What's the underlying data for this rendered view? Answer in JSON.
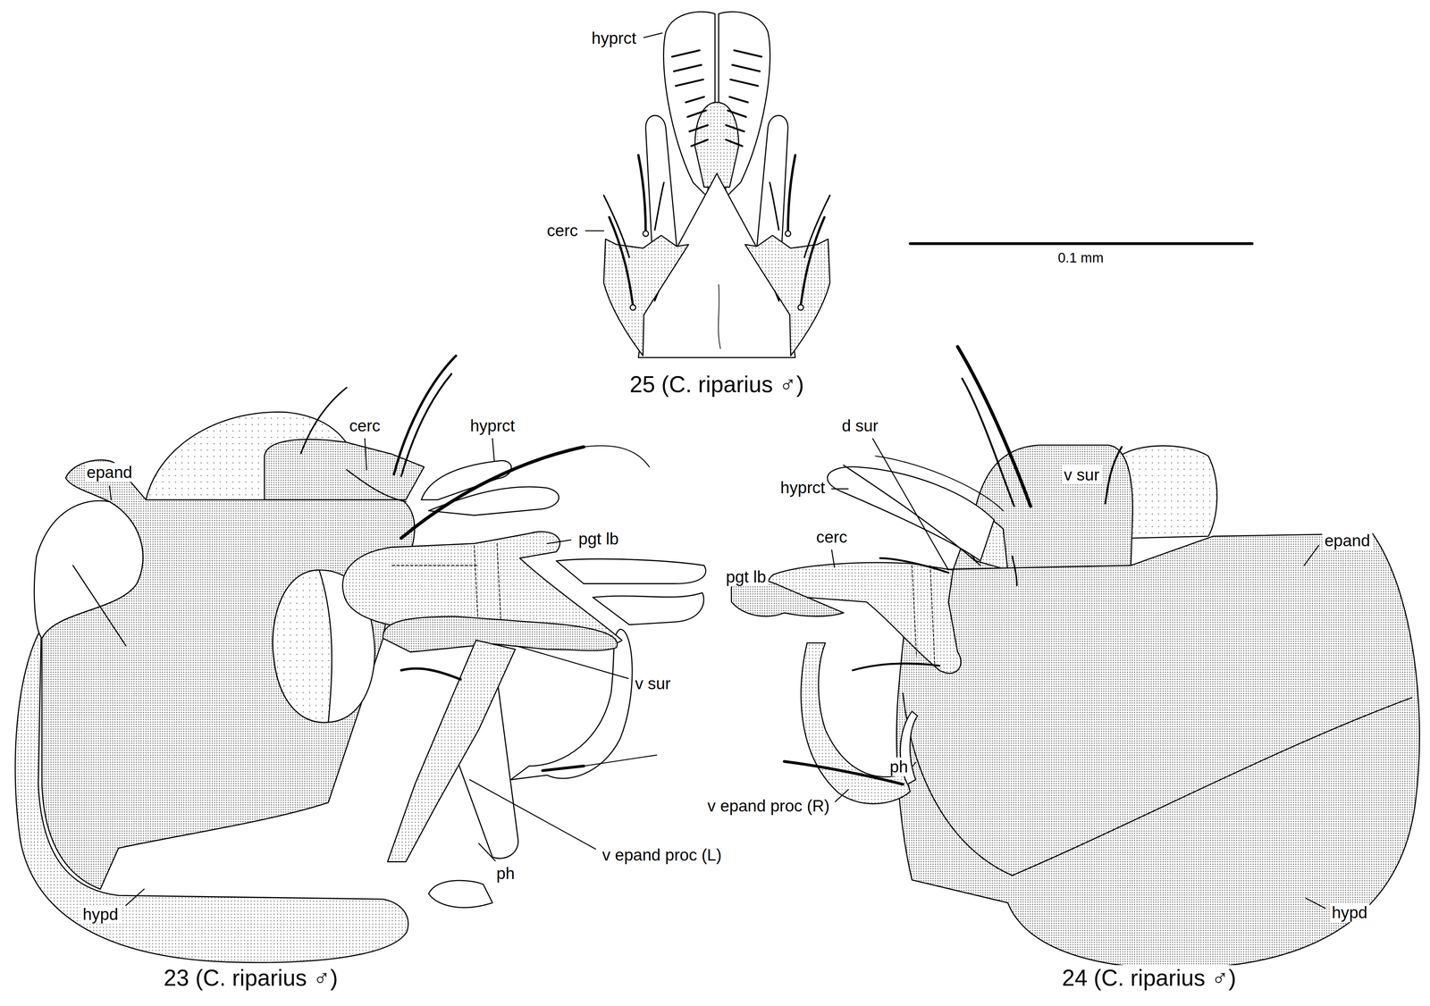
{
  "diagram": {
    "labels": [
      "hyprct",
      "cerc",
      "25 (C. riparius ♂)",
      "0.1 mm",
      "epand",
      "cerc",
      "hyprct",
      "pgt lb",
      "v sur",
      "v epand proc (L)",
      "ph",
      "hypd",
      "23 (C. riparius ♂)",
      "d sur",
      "hyprct",
      "cerc",
      "pgt lb",
      "v sur",
      "epand",
      "ph",
      "v epand proc (R)",
      "hypd",
      "24 (C. riparius ♂)"
    ]
  }
}
